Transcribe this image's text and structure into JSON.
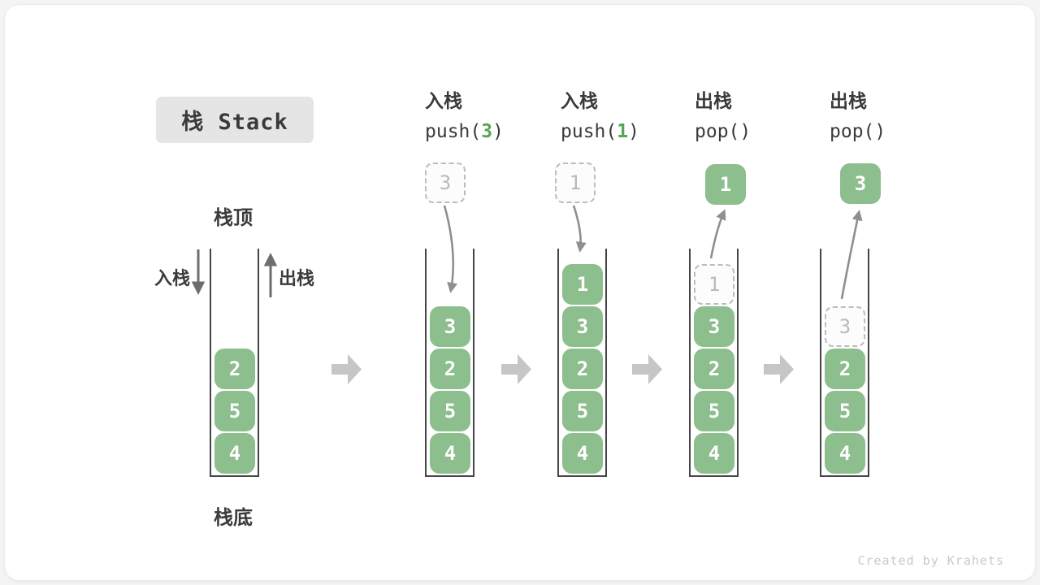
{
  "title": "栈 Stack",
  "labels": {
    "stack_top": "栈顶",
    "stack_bottom": "栈底",
    "push_side": "入栈",
    "pop_side": "出栈"
  },
  "operations": [
    {
      "name": "入栈",
      "fn": "push(",
      "arg": "3",
      "close": ")"
    },
    {
      "name": "入栈",
      "fn": "push(",
      "arg": "1",
      "close": ")"
    },
    {
      "name": "出栈",
      "fn": "pop(",
      "arg": "",
      "close": ")"
    },
    {
      "name": "出栈",
      "fn": "pop(",
      "arg": "",
      "close": ")"
    }
  ],
  "floating_boxes": {
    "push3_ghost": "3",
    "push1_ghost": "1",
    "pop1_value": "1",
    "pop3_value": "3"
  },
  "stacks": {
    "s1": {
      "items": [
        "2",
        "5",
        "4"
      ]
    },
    "s2": {
      "items": [
        "3",
        "2",
        "5",
        "4"
      ]
    },
    "s3": {
      "items": [
        "1",
        "3",
        "2",
        "5",
        "4"
      ]
    },
    "s4": {
      "ghost": "1",
      "items": [
        "3",
        "2",
        "5",
        "4"
      ]
    },
    "s5": {
      "ghost": "3",
      "items": [
        "2",
        "5",
        "4"
      ]
    }
  },
  "watermark": "Created by Krahets",
  "colors": {
    "box_green": "#8dbe8d",
    "code_arg_green": "#57a457",
    "title_bg": "#e5e5e5",
    "text_dark": "#3b3b3b",
    "ghost_gray": "#bcbcbc",
    "flow_arrow_gray": "#c6c6c6",
    "curve_arrow_gray": "#8f8f8f"
  }
}
